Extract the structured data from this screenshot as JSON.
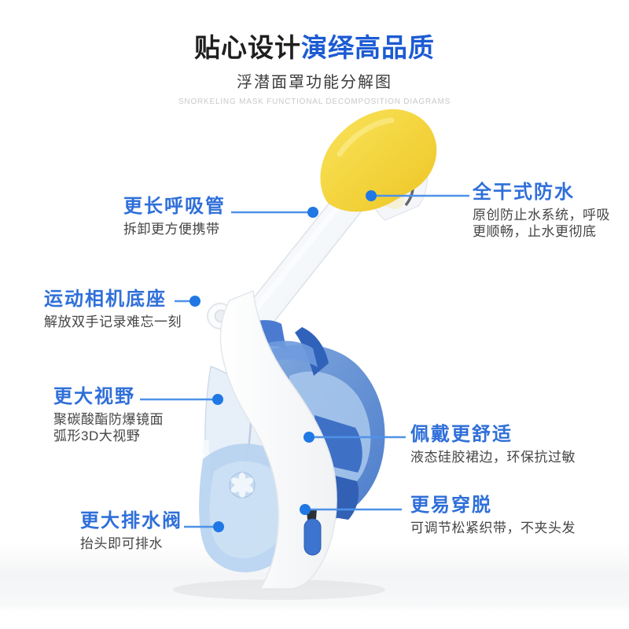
{
  "header": {
    "title_dark": "贴心设计",
    "title_blue": "演绎高品质",
    "subtitle": "浮潜面罩功能分解图",
    "subtitle_en": "SNORKELING MASK FUNCTIONAL DECOMPOSITION DIAGRAMS"
  },
  "callouts": {
    "left": [
      {
        "title": "更长呼吸管",
        "desc": [
          "拆卸更方便携带"
        ]
      },
      {
        "title": "运动相机底座",
        "desc": [
          "解放双手记录难忘一刻"
        ]
      },
      {
        "title": "更大视野",
        "desc": [
          "聚碳酸酯防爆镜面",
          "弧形3D大视野"
        ]
      },
      {
        "title": "更大排水阀",
        "desc": [
          "抬头即可排水"
        ]
      }
    ],
    "right": [
      {
        "title": "全干式防水",
        "desc": [
          "原创防止水系统，呼吸",
          "更顺畅，止水更彻底"
        ]
      },
      {
        "title": "佩戴更舒适",
        "desc": [
          "液态硅胶裙边，环保抗过敏"
        ]
      },
      {
        "title": "更易穿脱",
        "desc": [
          "可调节松紧织带，不夹头发"
        ]
      }
    ]
  },
  "colors": {
    "title_blue": "#1c5bd3",
    "callout_title_blue": "#2f6fd9",
    "connector_line_blue": "#4f92e8",
    "connector_dot_blue": "#1f78e4",
    "desc_gray": "#454545",
    "english_gray": "#c9c9c9",
    "snorkel_cap_yellow": "#f3d33c",
    "mask_blue": "#5e8bd4",
    "skirt_light_blue": "#b7d3f0"
  }
}
